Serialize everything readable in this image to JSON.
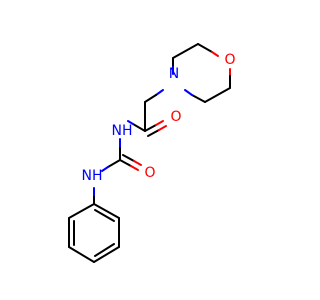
{
  "colors": {
    "carbon_bond": "#000000",
    "nitrogen": "#0000ff",
    "oxygen": "#ff0000",
    "background": "#ffffff"
  },
  "atoms": {
    "morpholine_o": "O",
    "morpholine_n": "N",
    "amide_o": "O",
    "amide_nh": "NH",
    "urea_o": "O",
    "urea_nh": "NH"
  }
}
